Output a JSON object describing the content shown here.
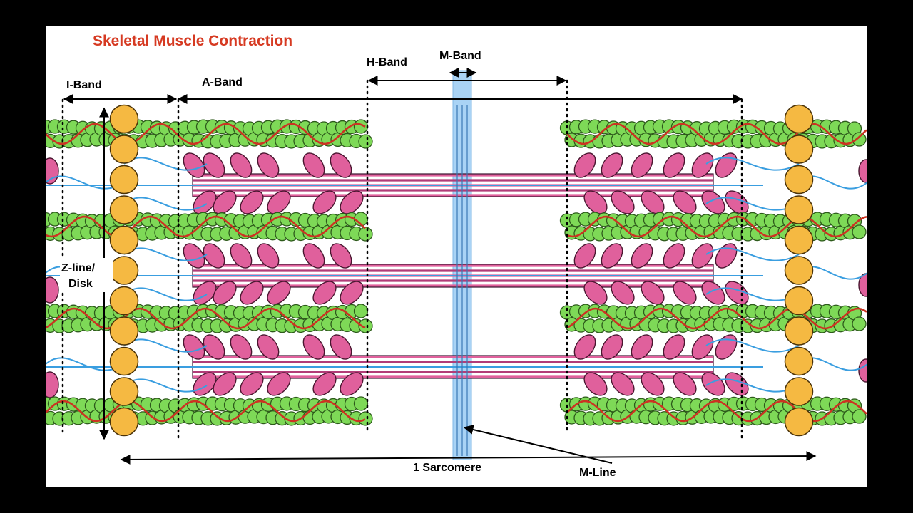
{
  "title": "Skeletal Muscle Contraction",
  "labels": {
    "i_band": "I-Band",
    "a_band": "A-Band",
    "h_band": "H-Band",
    "m_band": "M-Band",
    "z_line": "Z-line/",
    "z_disk": "Disk",
    "sarcomere": "1 Sarcomere",
    "m_line": "M-Line"
  },
  "colors": {
    "title": "#d63a22",
    "actin": "#7ed957",
    "tropomyosin": "#cc3322",
    "myosin": "#e0609c",
    "z_disk": "#f5b942",
    "titin": "#3a9ee0",
    "m_band": "#a9d3f5"
  }
}
